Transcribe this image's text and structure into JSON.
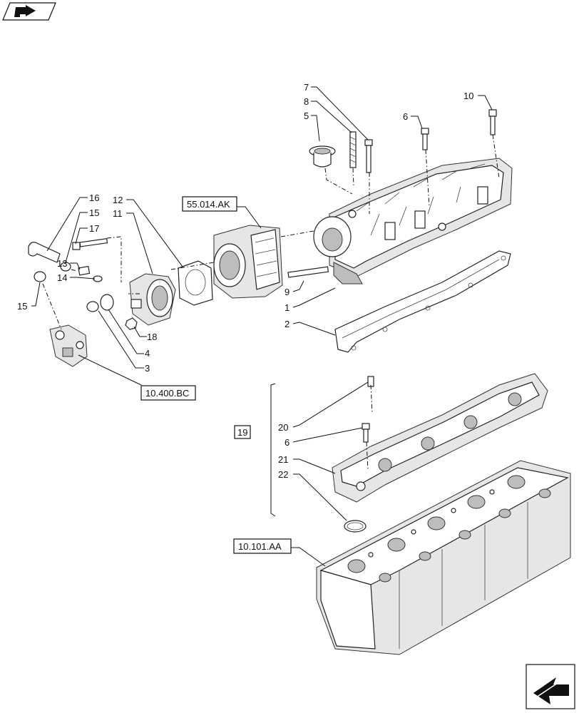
{
  "callouts": [
    {
      "id": "c1",
      "text": "1"
    },
    {
      "id": "c2",
      "text": "2"
    },
    {
      "id": "c3",
      "text": "3"
    },
    {
      "id": "c4",
      "text": "4"
    },
    {
      "id": "c5",
      "text": "5"
    },
    {
      "id": "c6a",
      "text": "6"
    },
    {
      "id": "c6b",
      "text": "6"
    },
    {
      "id": "c7",
      "text": "7"
    },
    {
      "id": "c8",
      "text": "8"
    },
    {
      "id": "c9",
      "text": "9"
    },
    {
      "id": "c10",
      "text": "10"
    },
    {
      "id": "c11",
      "text": "11"
    },
    {
      "id": "c12",
      "text": "12"
    },
    {
      "id": "c13",
      "text": "13"
    },
    {
      "id": "c14",
      "text": "14"
    },
    {
      "id": "c15a",
      "text": "15"
    },
    {
      "id": "c15b",
      "text": "15"
    },
    {
      "id": "c16",
      "text": "16"
    },
    {
      "id": "c17",
      "text": "17"
    },
    {
      "id": "c18",
      "text": "18"
    },
    {
      "id": "c19",
      "text": "19"
    },
    {
      "id": "c20",
      "text": "20"
    },
    {
      "id": "c21",
      "text": "21"
    },
    {
      "id": "c22",
      "text": "22"
    }
  ],
  "references": {
    "r1": "55.014.AK",
    "r2": "10.400.BC",
    "r3": "10.101.AA"
  },
  "icons": {
    "top_left": "book-arrow-icon",
    "bottom_right": "next-page-arrow-icon"
  }
}
